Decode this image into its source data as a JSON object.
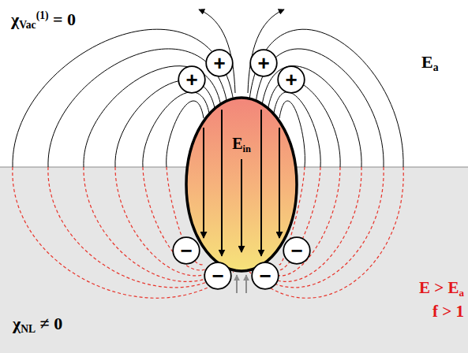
{
  "diagram": {
    "nodes": [
      {
        "text": [
          "+"
        ]
      },
      {
        "text": [
          "+"
        ]
      },
      {
        "text": [
          "+"
        ]
      },
      {
        "text": [
          "+"
        ]
      },
      {
        "text": [
          "Ein"
        ]
      },
      {
        "text": [
          "−"
        ]
      },
      {
        "text": [
          "−"
        ]
      },
      {
        "text": [
          "−"
        ]
      },
      {
        "text": [
          "−"
        ]
      }
    ],
    "labels": [
      "χVac(1) = 0",
      "Ea",
      "χNL ≠ 0",
      "E > Ea f > 1"
    ]
  }
}
